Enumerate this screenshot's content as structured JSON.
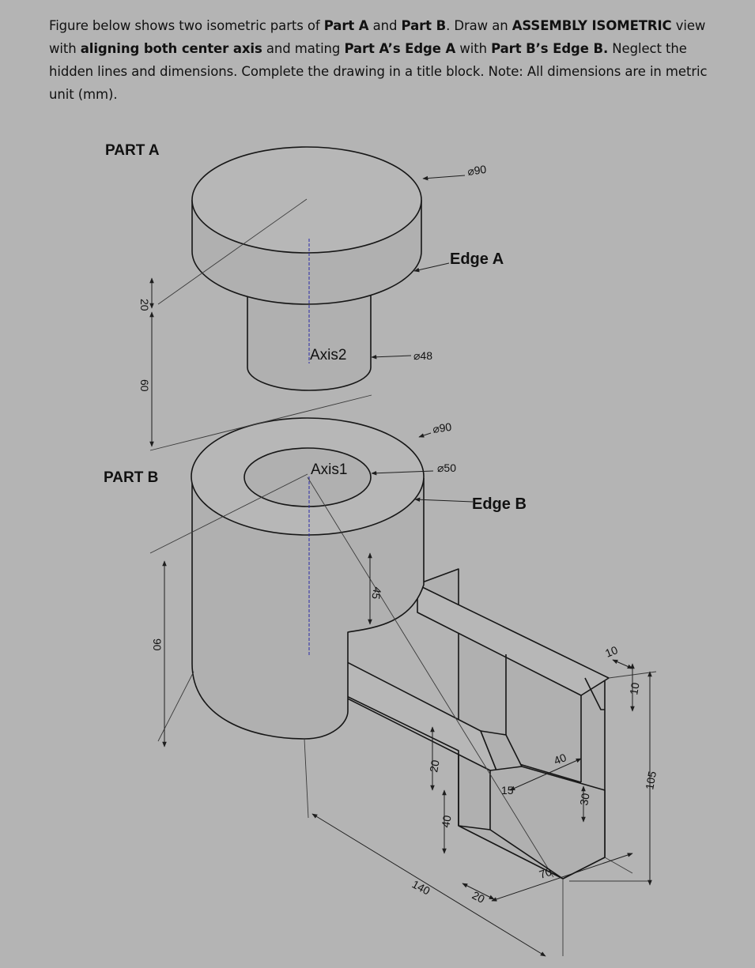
{
  "intro": {
    "s1": "Figure below shows two isometric parts of ",
    "b1": "Part A",
    "s2": " and ",
    "b2": "Part B",
    "s3": ". Draw an ",
    "b3": "ASSEMBLY ISOMETRIC",
    "s4": " view with ",
    "b4": "aligning both center axis",
    "s5": " and mating ",
    "b5": "Part A’s Edge A",
    "s6": " with ",
    "b6": "Part B’s Edge B.",
    "s7": " Neglect the hidden lines and dimensions. Complete the drawing in a title block. Note: All dimensions are in metric unit (mm)."
  },
  "labels": {
    "part_a": "PART A",
    "part_b": "PART B",
    "edge_a": "Edge A",
    "edge_b": "Edge B",
    "axis2": "Axis2",
    "axis1": "Axis1"
  },
  "dimensions": {
    "dia90_a": "⌀90",
    "dia48": "⌀48",
    "dia90_b": "⌀90",
    "dia50": "⌀50",
    "d20_a": "20",
    "d60": "60",
    "d90": "90",
    "d45": "45",
    "d10_top": "10",
    "d10_side": "10",
    "d105": "105",
    "d40_h": "40",
    "d15": "15",
    "d30": "30",
    "d20_v": "20",
    "d40_v": "40",
    "d140": "140",
    "d20_b": "20",
    "d70": "70"
  }
}
